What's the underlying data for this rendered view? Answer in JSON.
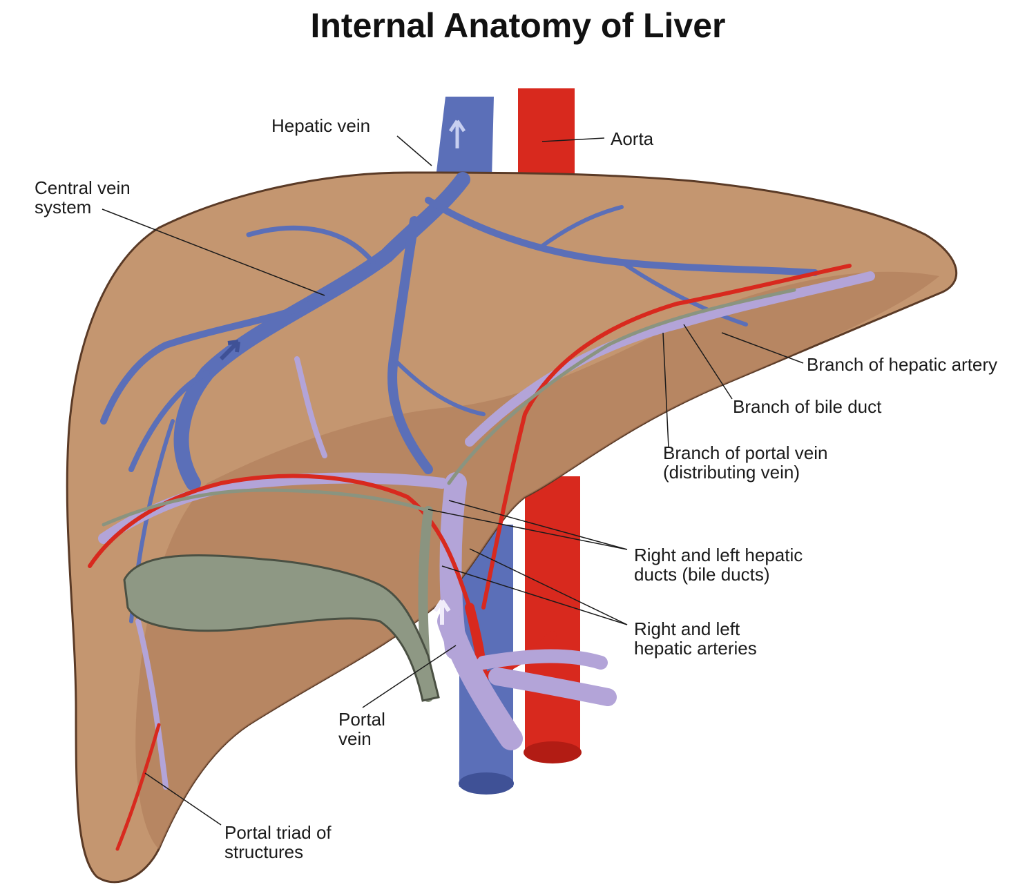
{
  "title": "Internal Anatomy of Liver",
  "labels": {
    "hepatic_vein": "Hepatic vein",
    "aorta": "Aorta",
    "central_vein_system": "Central vein\nsystem",
    "branch_hepatic_artery": "Branch of hepatic artery",
    "branch_bile_duct": "Branch of bile duct",
    "branch_portal_vein": "Branch of portal vein\n(distributing vein)",
    "hepatic_ducts": "Right and left hepatic\nducts (bile ducts)",
    "hepatic_arteries": "Right and left\nhepatic arteries",
    "portal_vein": "Portal\nvein",
    "portal_triad": "Portal triad of\nstructures"
  },
  "colors": {
    "liver": "#c49670",
    "liver_shadow": "#a9785a",
    "vein_blue": "#5b6fb8",
    "portal_lilac": "#b3a4d8",
    "artery_red": "#d8291e",
    "bile_green": "#8a9480",
    "gallbladder": "#8e9884"
  }
}
